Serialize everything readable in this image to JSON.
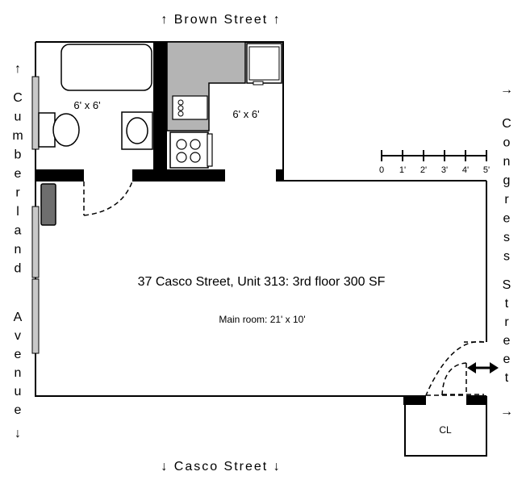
{
  "streets": {
    "top": "↑ Brown Street ↑",
    "bottom": "↓ Casco Street ↓",
    "left_arrow_top": "↑",
    "left_arrow_bottom": "↓",
    "left_word1": [
      "C",
      "u",
      "m",
      "b",
      "e",
      "r",
      "l",
      "a",
      "n",
      "d"
    ],
    "left_word2": [
      "A",
      "v",
      "e",
      "n",
      "u",
      "e"
    ],
    "right_arrow_top": "→",
    "right_arrow_bottom": "→",
    "right_word1": [
      "C",
      "o",
      "n",
      "g",
      "r",
      "e",
      "s",
      "s"
    ],
    "right_word2": [
      "S",
      "t",
      "r",
      "e",
      "e",
      "t"
    ]
  },
  "rooms": {
    "bathroom_size": "6' x 6'",
    "kitchen_size": "6' x 6'",
    "title": "37 Casco Street, Unit 313: 3rd floor 300 SF",
    "main_room": "Main room: 21' x 10'",
    "closet": "CL"
  },
  "scale": {
    "ticks": [
      "0",
      "1'",
      "2'",
      "3'",
      "4'",
      "5'"
    ]
  },
  "colors": {
    "wall": "#000000",
    "counter": "#b4b4b4",
    "window": "#c8c8c8",
    "cabinet": "#6e6e6e"
  }
}
